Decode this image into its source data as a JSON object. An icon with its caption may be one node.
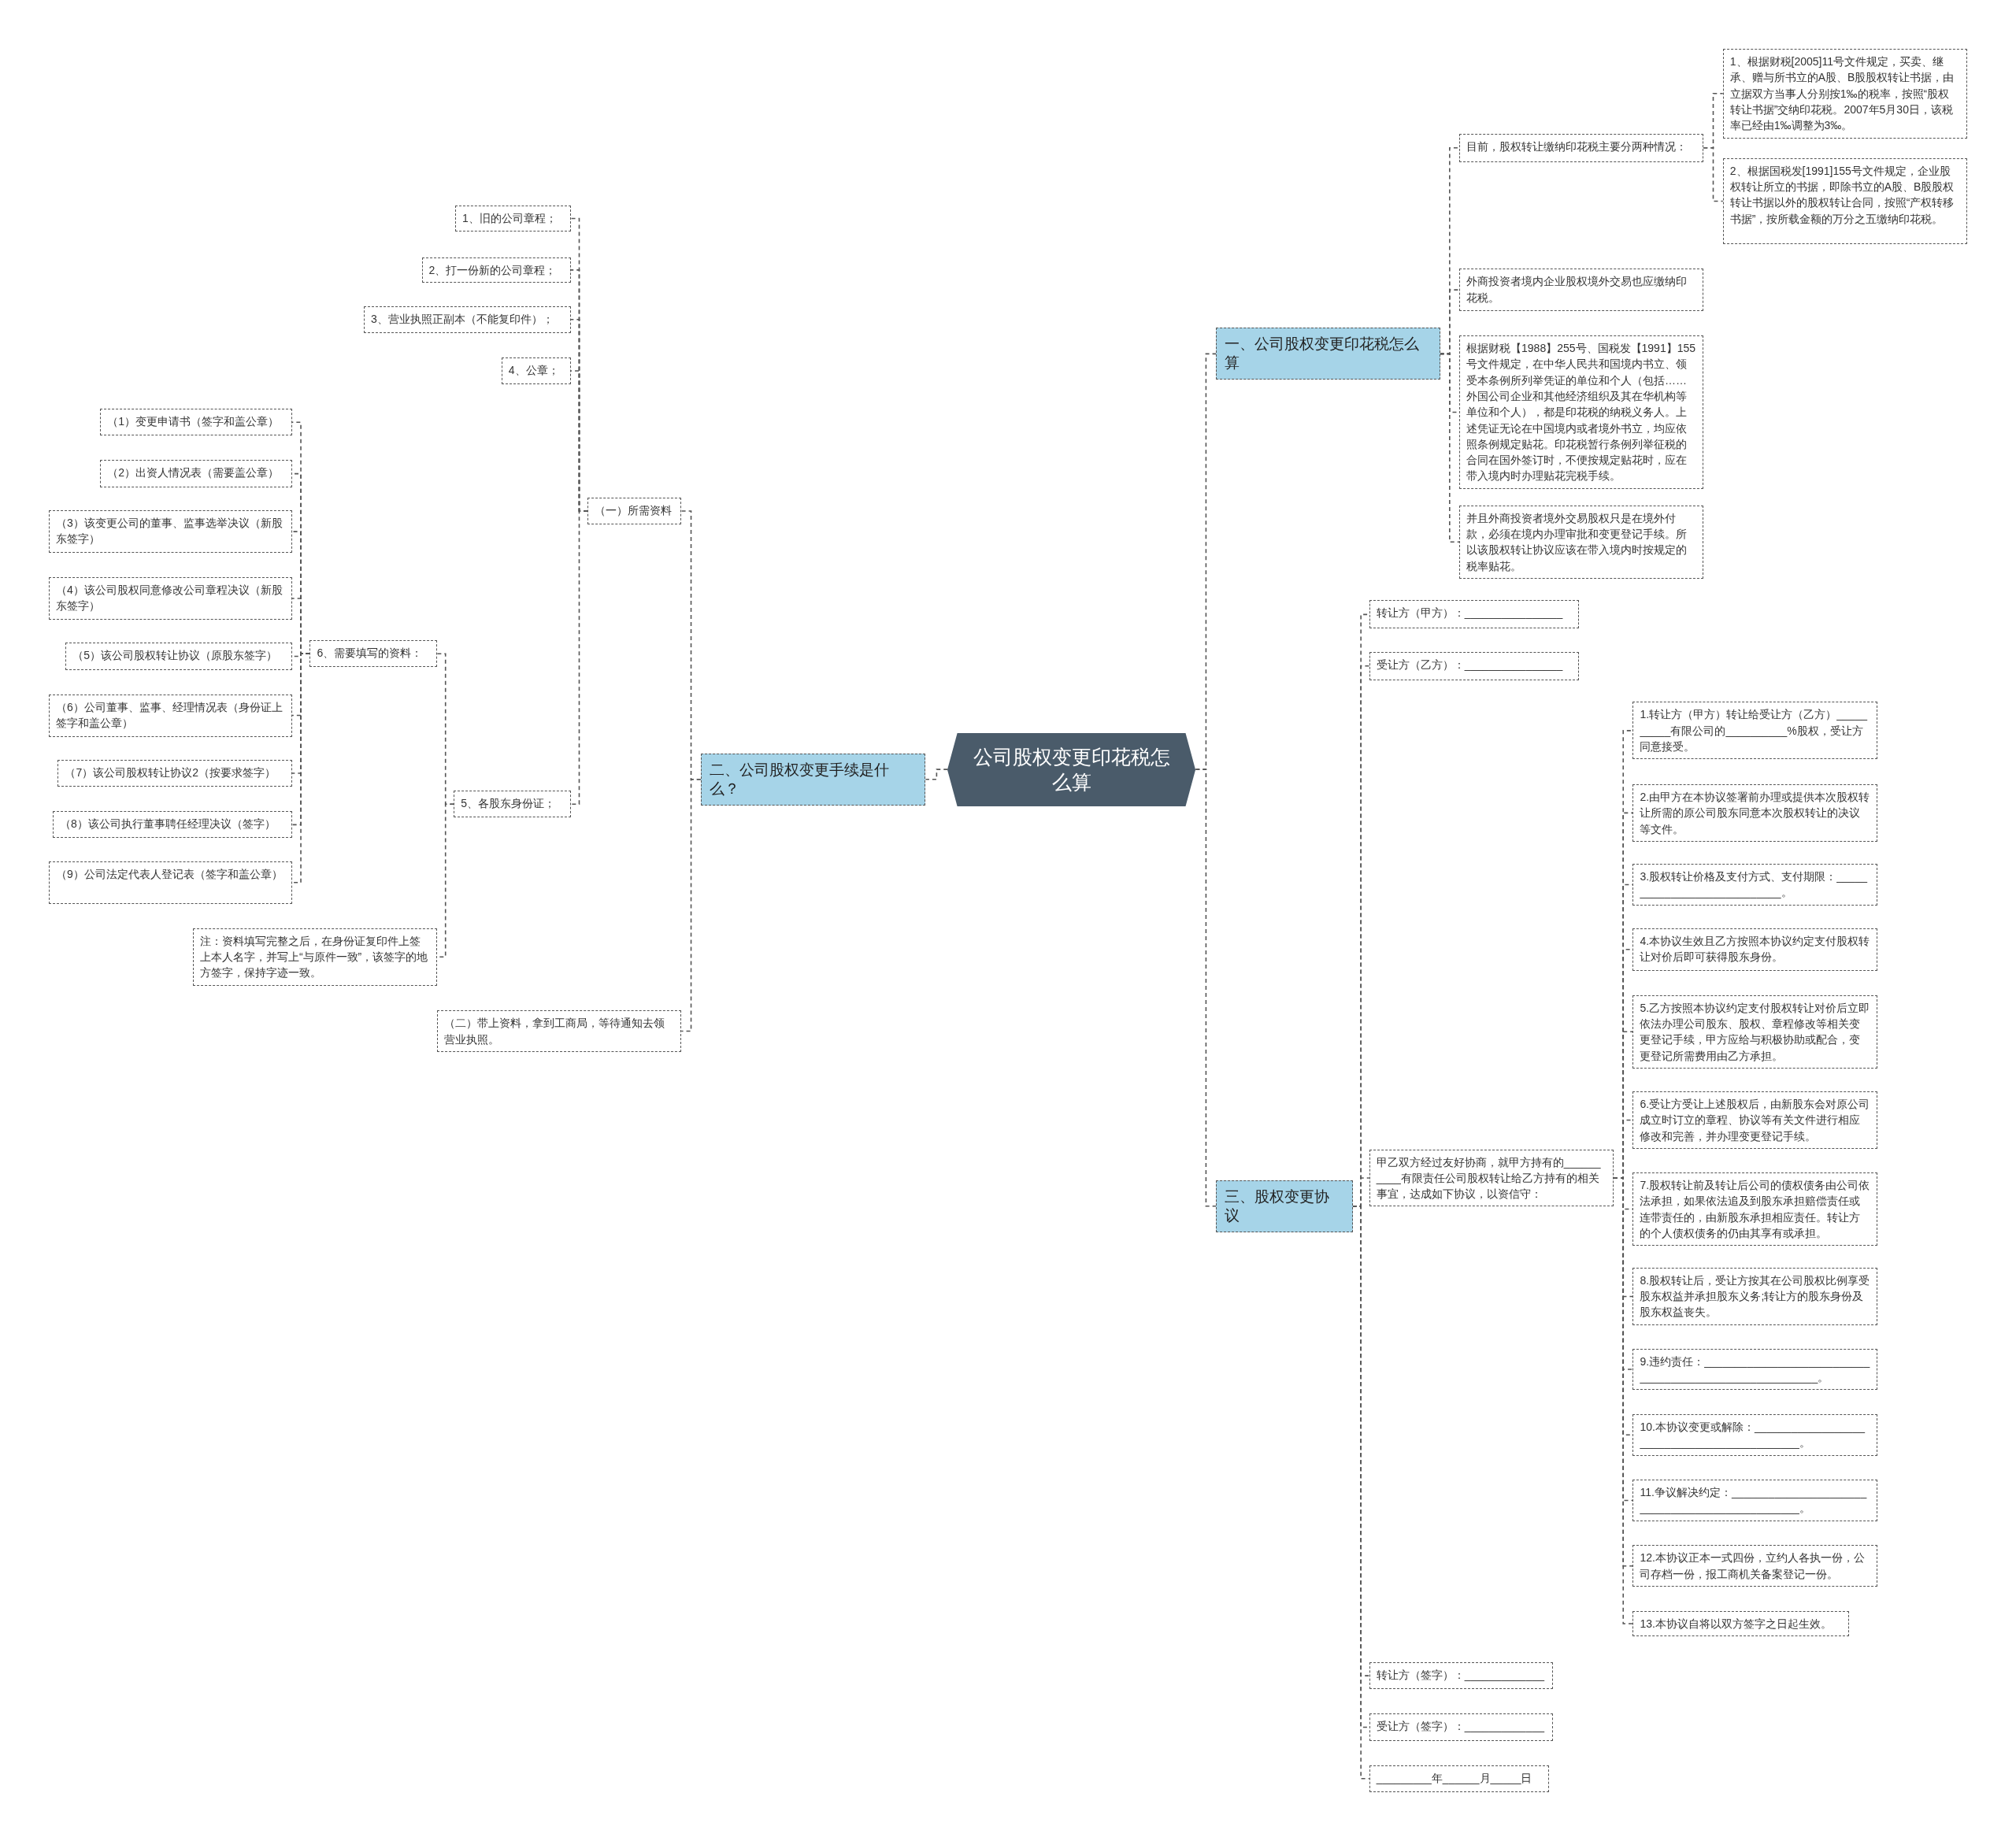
{
  "diagram": {
    "nodes": [
      {
        "text": [
          "公司股权变更印花税怎么算"
        ]
      },
      {
        "text": [
          "一、公司股权变更印花税怎么算"
        ]
      },
      {
        "text": [
          "目前，股权转让缴纳印花税主要分两种情况："
        ]
      },
      {
        "text": [
          "1、根据财税[2005]11号文件规定，买卖、继承、赠与所书立的A股、B股股权转让书据，由立据双方当事人分别按1‰的税率，按照“股权转让书据”交纳印花税。2007年5月30日，该税率已经由1‰调整为3‰。"
        ]
      },
      {
        "text": [
          "2、根据国税发[1991]155号文件规定，企业股权转让所立的书据，即除书立的A股、B股股权转让书据以外的股权转让合同，按照“产权转移书据”，按所载金额的万分之五缴纳印花税。"
        ]
      },
      {
        "text": [
          "外商投资者境内企业股权境外交易也应缴纳印花税。"
        ]
      },
      {
        "text": [
          "根据财税【1988】255号、国税发【1991】155号文件规定，在中华人民共和国境内书立、领受本条例所列举凭证的单位和个人（包括……外国公司企业和其他经济组织及其在华机构等单位和个人），都是印花税的纳税义务人。上述凭证无论在中国境内或者境外书立，均应依照条例规定贴花。印花税暂行条例列举征税的合同在国外签订时，不便按规定贴花时，应在带入境内时办理贴花完税手续。"
        ]
      },
      {
        "text": [
          "并且外商投资者境外交易股权只是在境外付款，必须在境内办理审批和变更登记手续。所以该股权转让协议应该在带入境内时按规定的税率贴花。"
        ]
      },
      {
        "text": [
          "二、公司股权变更手续是什么？"
        ]
      },
      {
        "text": [
          "（一）所需资料"
        ]
      },
      {
        "text": [
          "1、旧的公司章程；"
        ]
      },
      {
        "text": [
          "2、打一份新的公司章程；"
        ]
      },
      {
        "text": [
          "3、营业执照正副本（不能复印件）；"
        ]
      },
      {
        "text": [
          "4、公章；"
        ]
      },
      {
        "text": [
          "6、需要填写的资料："
        ]
      },
      {
        "text": [
          "（1）变更申请书（签字和盖公章）"
        ]
      },
      {
        "text": [
          "（2）出资人情况表（需要盖公章）"
        ]
      },
      {
        "text": [
          "（3）该变更公司的董事、监事选举决议（新股东签字）"
        ]
      },
      {
        "text": [
          "（4）该公司股权同意修改公司章程决议（新股东签字）"
        ]
      },
      {
        "text": [
          "（5）该公司股权转让协议（原股东签字）"
        ]
      },
      {
        "text": [
          "（6）公司董事、监事、经理情况表（身份证上签字和盖公章）"
        ]
      },
      {
        "text": [
          "（7）该公司股权转让协议2（按要求签字）"
        ]
      },
      {
        "text": [
          "（8）该公司执行董事聘任经理决议（签字）"
        ]
      },
      {
        "text": [
          "（9）公司法定代表人登记表（签字和盖公章）"
        ]
      },
      {
        "text": [
          "注：资料填写完整之后，在身份证复印件上签上本人名字，并写上“与原件一致”，该签字的地方签字，保持字迹一致。"
        ]
      },
      {
        "text": [
          "5、各股东身份证；"
        ]
      },
      {
        "text": [
          "（二）带上资料，拿到工商局，等待通知去领营业执照。"
        ]
      },
      {
        "text": [
          "三、股权变更协议"
        ]
      },
      {
        "text": [
          "转让方（甲方）：________________"
        ]
      },
      {
        "text": [
          "受让方（乙方）：________________"
        ]
      },
      {
        "text": [
          "甲乙双方经过友好协商，就甲方持有的__________有限责任公司股权转让给乙方持有的相关事宜，达成如下协议，以资信守："
        ]
      },
      {
        "text": [
          "1.转让方（甲方）转让给受让方（乙方）__________有限公司的__________%股权，受让方同意接受。"
        ]
      },
      {
        "text": [
          "2.由甲方在本协议签署前办理或提供本次股权转让所需的原公司股东同意本次股权转让的决议等文件。"
        ]
      },
      {
        "text": [
          "3.股权转让价格及支付方式、支付期限：____________________________。"
        ]
      },
      {
        "text": [
          "4.本协议生效且乙方按照本协议约定支付股权转让对价后即可获得股东身份。"
        ]
      },
      {
        "text": [
          "5.乙方按照本协议约定支付股权转让对价后立即依法办理公司股东、股权、章程修改等相关变更登记手续，甲方应给与积极协助或配合，变更登记所需费用由乙方承担。"
        ]
      },
      {
        "text": [
          "6.受让方受让上述股权后，由新股东会对原公司成立时订立的章程、协议等有关文件进行相应修改和完善，并办理变更登记手续。"
        ]
      },
      {
        "text": [
          "7.股权转让前及转让后公司的债权债务由公司依法承担，如果依法追及到股东承担赔偿责任或连带责任的，由新股东承担相应责任。转让方的个人债权债务的仍由其享有或承担。"
        ]
      },
      {
        "text": [
          "8.股权转让后，受让方按其在公司股权比例享受股东权益并承担股东义务;转让方的股东身份及股东权益丧失。"
        ]
      },
      {
        "text": [
          "9.违约责任：________________________________________________________。"
        ]
      },
      {
        "text": [
          "10.本协议变更或解除：____________________________________________。"
        ]
      },
      {
        "text": [
          "11.争议解决约定：________________________________________________。"
        ]
      },
      {
        "text": [
          "12.本协议正本一式四份，立约人各执一份，公司存档一份，报工商机关备案登记一份。"
        ]
      },
      {
        "text": [
          "13.本协议自将以双方签字之日起生效。"
        ]
      },
      {
        "text": [
          "转让方（签字）：_____________"
        ]
      },
      {
        "text": [
          "受让方（签字）：_____________"
        ]
      },
      {
        "text": [
          "_________年______月_____日"
        ]
      }
    ],
    "edges": [
      {
        "from": 0,
        "to": 1,
        "arrow": "none"
      },
      {
        "from": 1,
        "to": 2,
        "arrow": "none"
      },
      {
        "from": 2,
        "to": 3,
        "arrow": "none"
      },
      {
        "from": 2,
        "to": 4,
        "arrow": "none"
      },
      {
        "from": 1,
        "to": 5,
        "arrow": "none"
      },
      {
        "from": 1,
        "to": 6,
        "arrow": "none"
      },
      {
        "from": 1,
        "to": 7,
        "arrow": "none"
      },
      {
        "from": 0,
        "to": 8,
        "arrow": "none"
      },
      {
        "from": 8,
        "to": 9,
        "arrow": "none"
      },
      {
        "from": 9,
        "to": 10,
        "arrow": "none"
      },
      {
        "from": 9,
        "to": 11,
        "arrow": "none"
      },
      {
        "from": 9,
        "to": 12,
        "arrow": "none"
      },
      {
        "from": 9,
        "to": 13,
        "arrow": "none"
      },
      {
        "from": 25,
        "to": 14,
        "arrow": "none"
      },
      {
        "from": 14,
        "to": 15,
        "arrow": "none"
      },
      {
        "from": 14,
        "to": 16,
        "arrow": "none"
      },
      {
        "from": 14,
        "to": 17,
        "arrow": "none"
      },
      {
        "from": 14,
        "to": 18,
        "arrow": "none"
      },
      {
        "from": 14,
        "to": 19,
        "arrow": "none"
      },
      {
        "from": 14,
        "to": 20,
        "arrow": "none"
      },
      {
        "from": 14,
        "to": 21,
        "arrow": "none"
      },
      {
        "from": 14,
        "to": 22,
        "arrow": "none"
      },
      {
        "from": 14,
        "to": 23,
        "arrow": "none"
      },
      {
        "from": 25,
        "to": 24,
        "arrow": "none"
      },
      {
        "from": 9,
        "to": 25,
        "arrow": "none"
      },
      {
        "from": 8,
        "to": 26,
        "arrow": "none"
      },
      {
        "from": 0,
        "to": 27,
        "arrow": "none"
      },
      {
        "from": 27,
        "to": 28,
        "arrow": "none"
      },
      {
        "from": 27,
        "to": 29,
        "arrow": "none"
      },
      {
        "from": 27,
        "to": 30,
        "arrow": "none"
      },
      {
        "from": 30,
        "to": 31,
        "arrow": "none"
      },
      {
        "from": 30,
        "to": 32,
        "arrow": "none"
      },
      {
        "from": 30,
        "to": 33,
        "arrow": "none"
      },
      {
        "from": 30,
        "to": 34,
        "arrow": "none"
      },
      {
        "from": 30,
        "to": 35,
        "arrow": "none"
      },
      {
        "from": 30,
        "to": 36,
        "arrow": "none"
      },
      {
        "from": 30,
        "to": 37,
        "arrow": "none"
      },
      {
        "from": 30,
        "to": 38,
        "arrow": "none"
      },
      {
        "from": 30,
        "to": 39,
        "arrow": "none"
      },
      {
        "from": 30,
        "to": 40,
        "arrow": "none"
      },
      {
        "from": 30,
        "to": 41,
        "arrow": "none"
      },
      {
        "from": 30,
        "to": 42,
        "arrow": "none"
      },
      {
        "from": 30,
        "to": 43,
        "arrow": "none"
      },
      {
        "from": 27,
        "to": 44,
        "arrow": "none"
      },
      {
        "from": 27,
        "to": 45,
        "arrow": "none"
      },
      {
        "from": 27,
        "to": 46,
        "arrow": "none"
      }
    ]
  }
}
